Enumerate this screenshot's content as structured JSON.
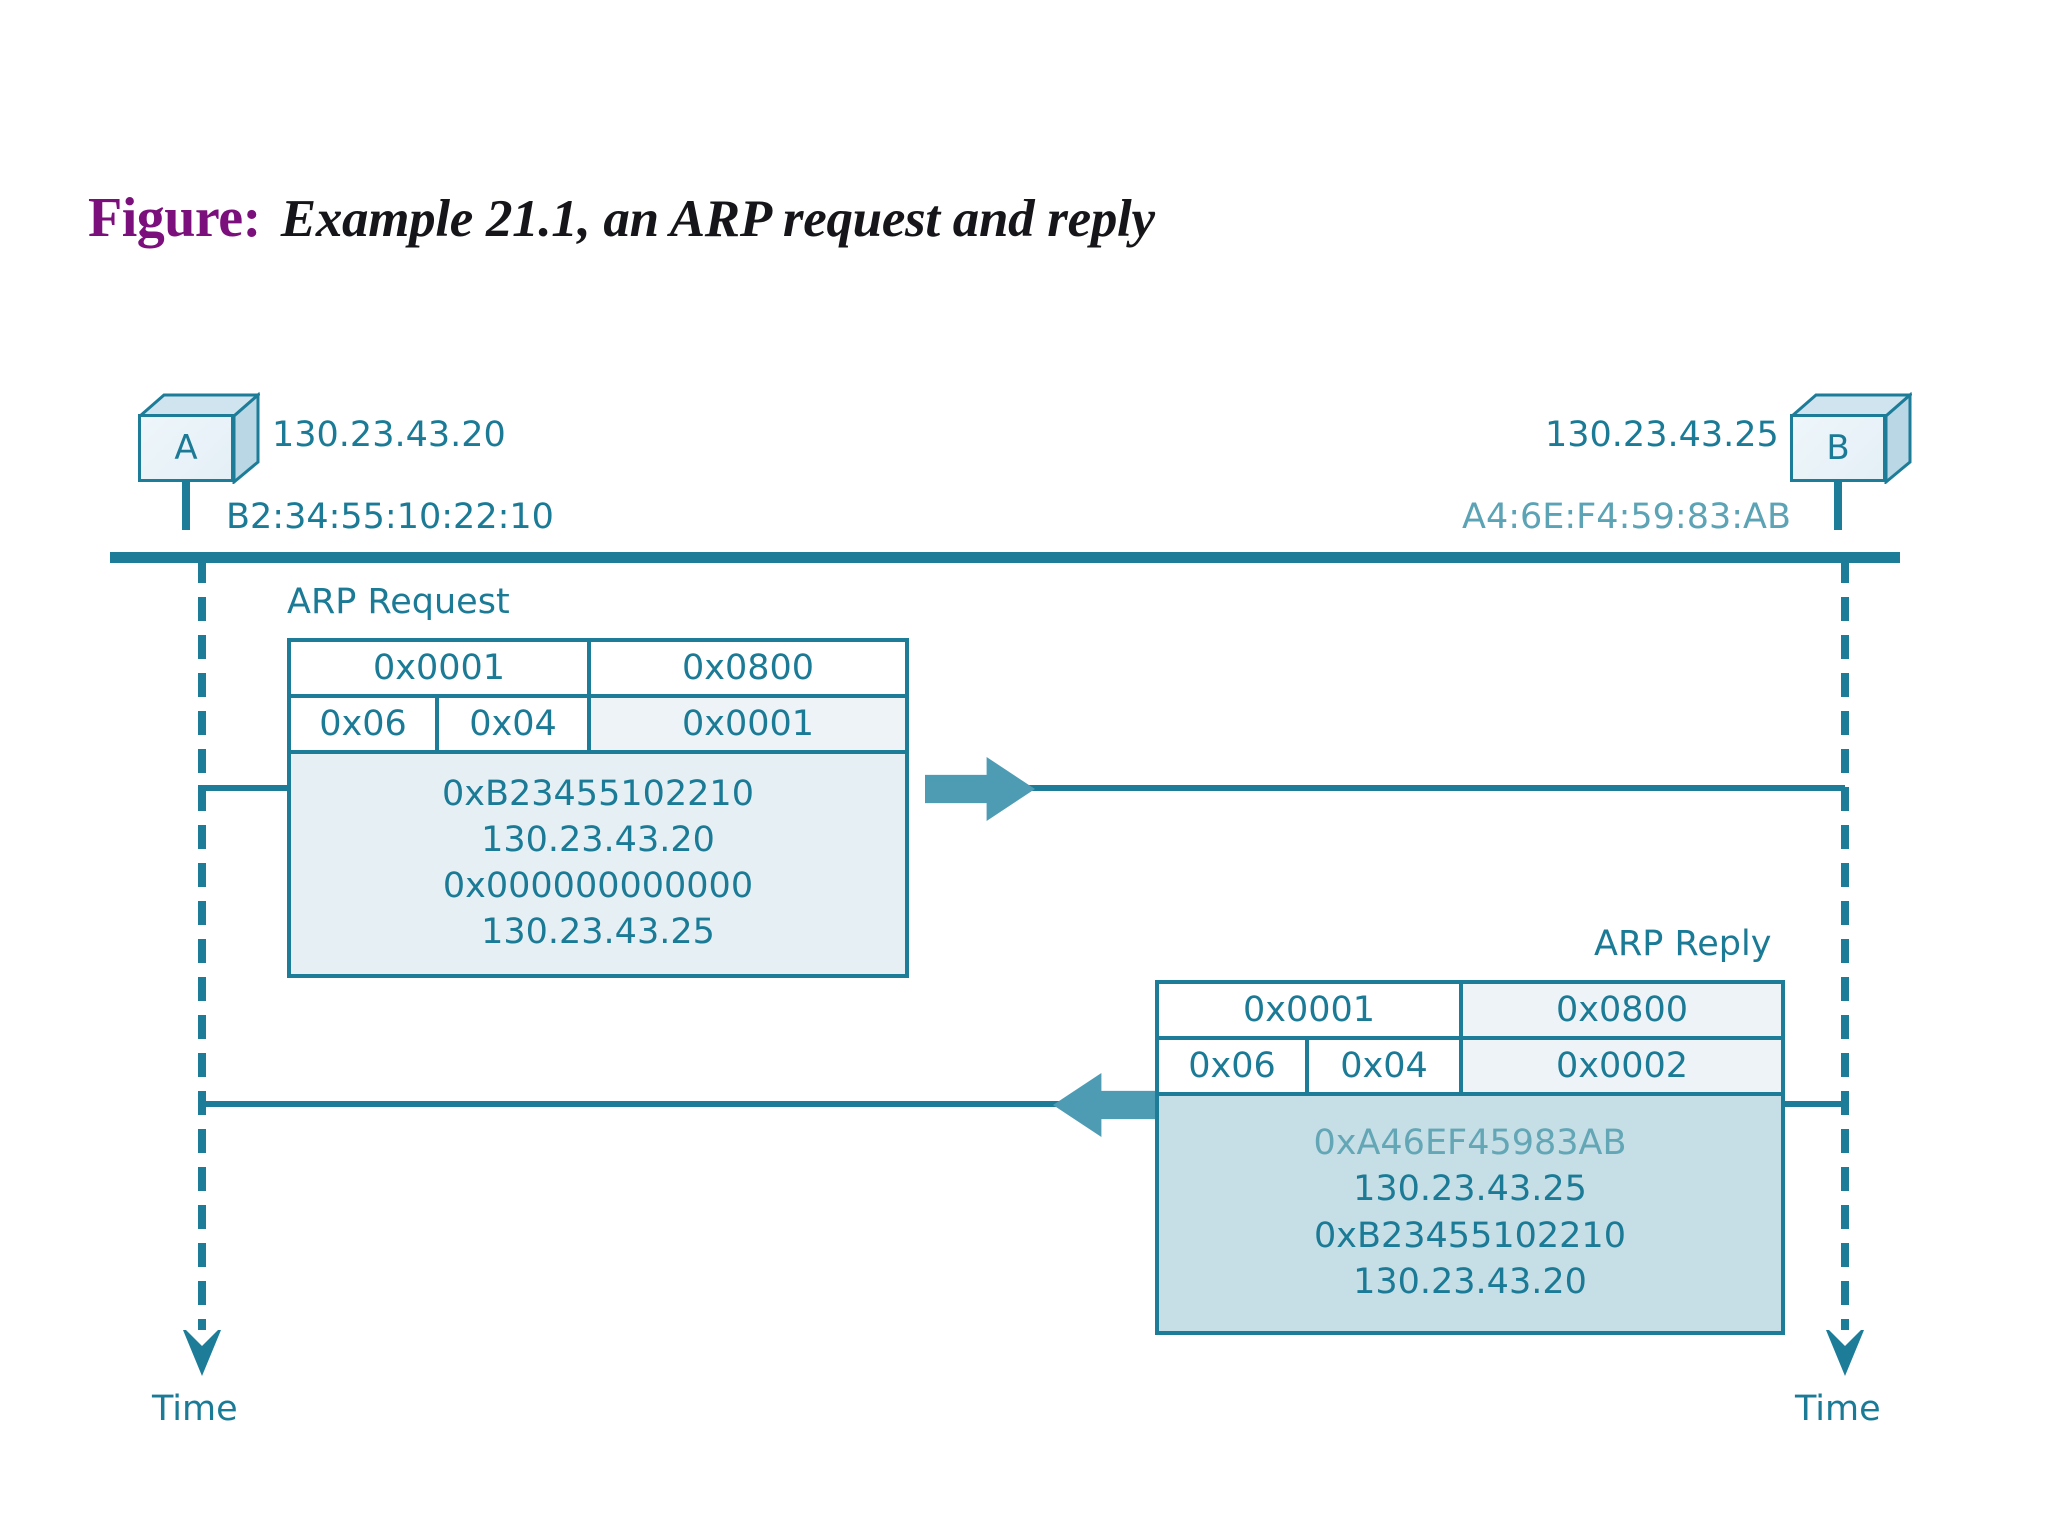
{
  "title": {
    "label": "Figure:",
    "caption": "Example 21.1, an ARP request and reply"
  },
  "colors": {
    "teal": "#1d7d99",
    "teal_text": "#1b7b96",
    "teal_light": "#5ba3b5",
    "purple": "#7b0f7b",
    "packet_tint": "#e6f0f4",
    "reply_tint": "#c6dee5",
    "arrow_fill": "#4e9cb3"
  },
  "nodes": {
    "left": {
      "name": "A",
      "ip": "130.23.43.20",
      "mac": "B2:34:55:10:22:10",
      "time_label": "Time"
    },
    "right": {
      "name": "B",
      "ip": "130.23.43.25",
      "mac": "A4:6E:F4:59:83:AB",
      "time_label": "Time"
    }
  },
  "packets": [
    {
      "id": "arp-request",
      "caption": "ARP Request",
      "header_row1": [
        "0x0001",
        "0x0800"
      ],
      "header_row2": [
        "0x06",
        "0x04",
        "0x0001"
      ],
      "body": [
        "0xB23455102210",
        "130.23.43.20",
        "0x000000000000",
        "130.23.43.25"
      ],
      "direction": "right"
    },
    {
      "id": "arp-reply",
      "caption": "ARP Reply",
      "header_row1": [
        "0x0001",
        "0x0800"
      ],
      "header_row2": [
        "0x06",
        "0x04",
        "0x0002"
      ],
      "body": [
        "0xA46EF45983AB",
        "130.23.43.25",
        "0xB23455102210",
        "130.23.43.20"
      ],
      "direction": "left"
    }
  ]
}
